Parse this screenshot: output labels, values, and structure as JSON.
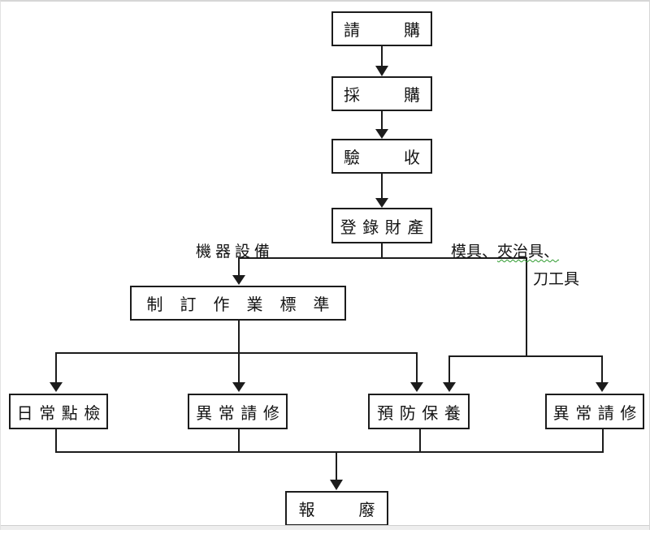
{
  "flowchart": {
    "nodes": {
      "request_purchase": {
        "label": "請購"
      },
      "purchase": {
        "label": "採購"
      },
      "acceptance_inspection": {
        "label": "驗收"
      },
      "register_property": {
        "label": "登錄財產"
      },
      "establish_work_standards": {
        "label": "制訂作業標準"
      },
      "daily_inspection": {
        "label": "日常點檢"
      },
      "abnormal_repair_request_left": {
        "label": "異常請修"
      },
      "preventive_maintenance": {
        "label": "預防保養"
      },
      "abnormal_repair_request_right": {
        "label": "異常請修"
      },
      "scrap_disposal": {
        "label": "報廢"
      }
    },
    "branch_labels": {
      "left_branch": "機器設備",
      "right_branch_line1_part1": "模具、",
      "right_branch_line1_part2": "夾治具、",
      "right_branch_line2": "刀工具"
    },
    "colors": {
      "line": "#1c1c1c",
      "box_fill": "#ffffff",
      "spellcheck_underline": "#2e9b2e"
    }
  }
}
